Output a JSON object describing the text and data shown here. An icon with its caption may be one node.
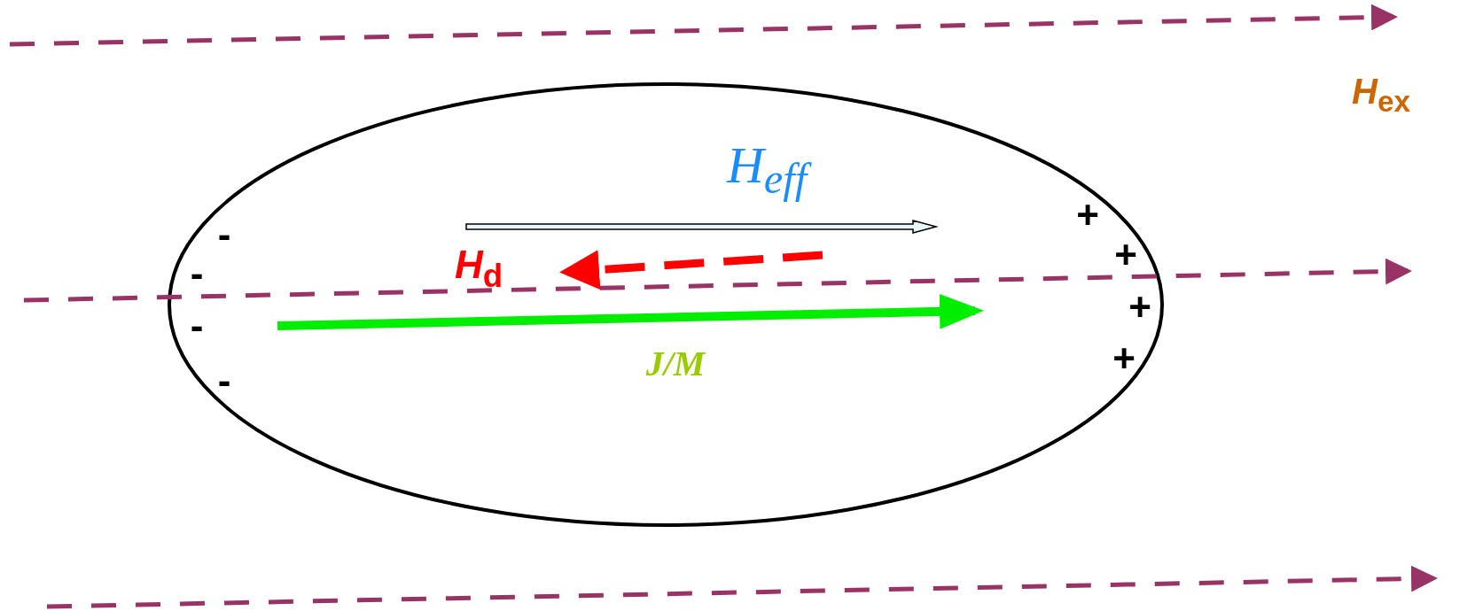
{
  "diagram": {
    "labels": [
      "*H*$_{ex}$",
      "*H*$_{eff}$",
      "-",
      "+",
      "*H*$_{d}$",
      "-",
      "+",
      "-",
      "+",
      "*J*/*M*",
      "-",
      "+"
    ]
  }
}
